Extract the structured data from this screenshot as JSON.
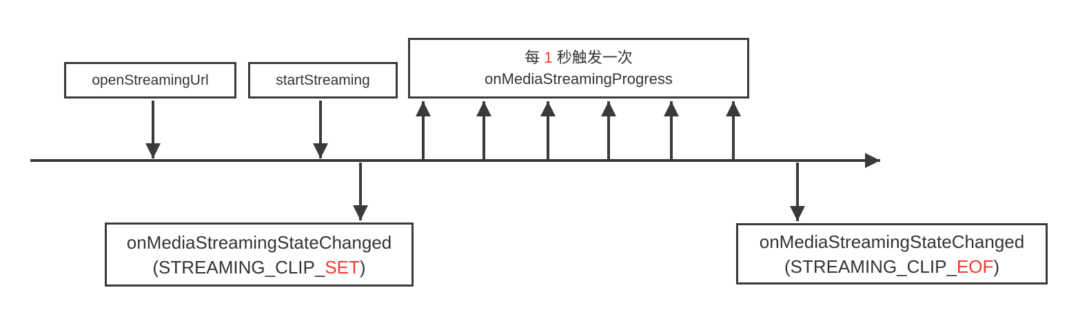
{
  "colors": {
    "line": "#3a3a3a",
    "text": "#333333",
    "accent_red": "#f3382b",
    "background": "#ffffff"
  },
  "boxes": {
    "open_streaming_url": {
      "label": "openStreamingUrl"
    },
    "start_streaming": {
      "label": "startStreaming"
    },
    "progress": {
      "line1_prefix": "每 ",
      "line1_highlight": "1",
      "line1_suffix": " 秒触发一次",
      "line2": "onMediaStreamingProgress"
    },
    "state_changed_set": {
      "line1": "onMediaStreamingStateChanged",
      "line2_prefix": "(STREAMING_CLIP_",
      "line2_highlight": "SET",
      "line2_suffix": ")"
    },
    "state_changed_eof": {
      "line1": "onMediaStreamingStateChanged",
      "line2_prefix": "(STREAMING_CLIP_",
      "line2_highlight": "EOF",
      "line2_suffix": ")"
    }
  },
  "timeline": {
    "direction": "right",
    "progress_trigger_count": 6
  }
}
